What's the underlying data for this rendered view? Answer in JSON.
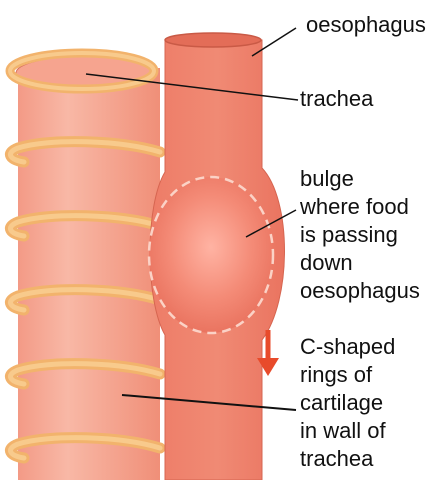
{
  "labels": {
    "oesophagus": "oesophagus",
    "trachea": "trachea",
    "bulge": [
      "bulge",
      "where food",
      "is passing",
      "down",
      "oesophagus"
    ],
    "rings": [
      "C-shaped",
      "rings of",
      "cartilage",
      "in wall of",
      "trachea"
    ]
  },
  "colors": {
    "trachea_fill": "#f6a58e",
    "trachea_fill_light": "#f8b7a5",
    "oesophagus_fill": "#ef7f6a",
    "bulge_fill": "#f29180",
    "cartilage_ring": "#f7c27f",
    "cartilage_ring_shadow": "#e6a45b",
    "arrow": "#e84b2b",
    "leader_line": "#111111"
  }
}
